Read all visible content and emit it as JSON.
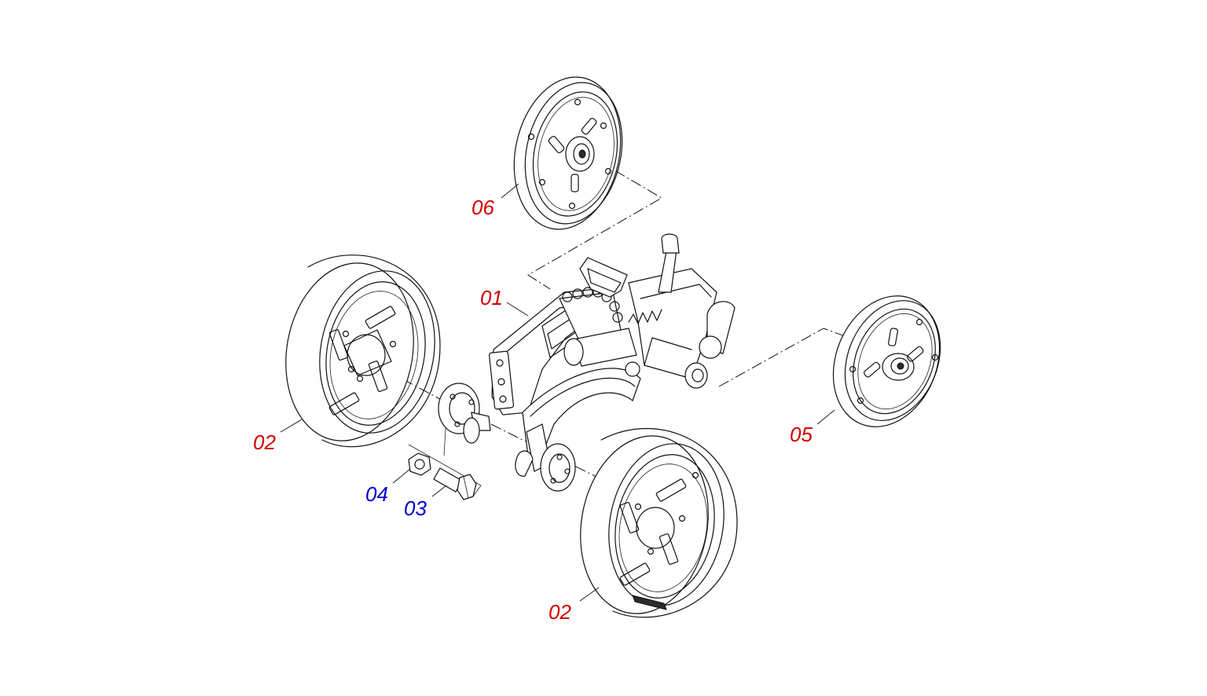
{
  "colors": {
    "label_red": "#d40000",
    "label_blue": "#0000cc",
    "line": "#111111",
    "background": "#ffffff"
  },
  "callouts": [
    {
      "id": "c01",
      "text": "01",
      "color": "red"
    },
    {
      "id": "c02a",
      "text": "02",
      "color": "red"
    },
    {
      "id": "c02b",
      "text": "02",
      "color": "red"
    },
    {
      "id": "c03",
      "text": "03",
      "color": "blue"
    },
    {
      "id": "c04",
      "text": "04",
      "color": "blue"
    },
    {
      "id": "c05",
      "text": "05",
      "color": "red"
    },
    {
      "id": "c06",
      "text": "06",
      "color": "red"
    }
  ]
}
